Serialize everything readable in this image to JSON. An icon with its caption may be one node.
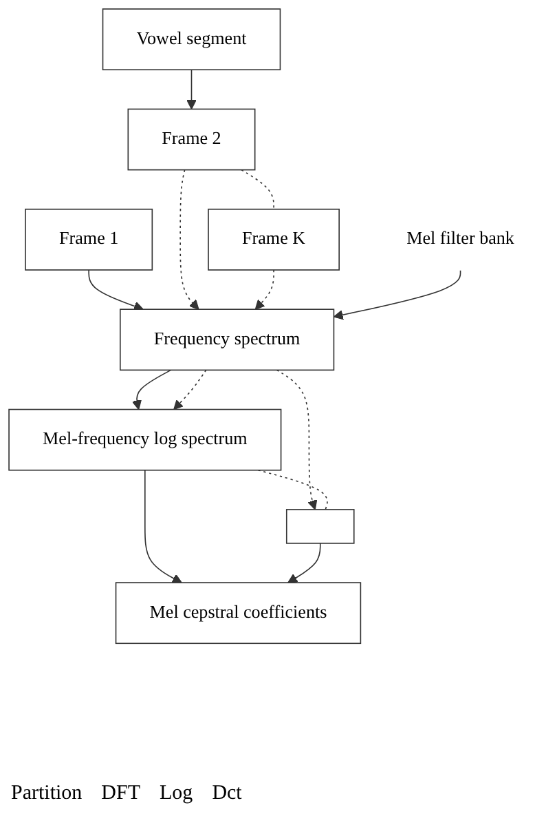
{
  "diagram": {
    "nodes": [
      {
        "text": [
          "Vowel segment"
        ]
      },
      {
        "text": [
          "Frame 1"
        ]
      },
      {
        "text": [
          "Frame 2"
        ]
      },
      {
        "text": [
          "Frame K"
        ]
      },
      {
        "text": [
          "Frequency spectrum"
        ]
      },
      {
        "text": [
          "Mel filter bank"
        ]
      },
      {
        "text": [
          "Mel-frequency log spectrum"
        ]
      },
      {
        "text": [],
        "shape": "box"
      },
      {
        "text": [
          "Mel cepstral coefficients"
        ]
      }
    ],
    "edges": [
      {
        "from": 0,
        "to": 2,
        "arrow": "to"
      },
      {
        "from": 2,
        "to": 3,
        "arrow": "none",
        "style": "dashed"
      },
      {
        "from": 1,
        "to": 4,
        "arrow": "to"
      },
      {
        "from": 2,
        "to": 4,
        "arrow": "to",
        "style": "dashed"
      },
      {
        "from": 3,
        "to": 4,
        "arrow": "to",
        "style": "dashed"
      },
      {
        "from": 5,
        "to": 4,
        "arrow": "to"
      },
      {
        "from": 4,
        "to": 6,
        "arrow": "to"
      },
      {
        "from": 4,
        "to": 6,
        "arrow": "to",
        "style": "dashed"
      },
      {
        "from": 4,
        "to": 7,
        "arrow": "to",
        "style": "dashed"
      },
      {
        "from": 6,
        "to": 7,
        "arrow": "none",
        "style": "dashed"
      },
      {
        "from": 6,
        "to": 8,
        "arrow": "to"
      },
      {
        "from": 7,
        "to": 8,
        "arrow": "to"
      }
    ],
    "labels": [
      "Partition",
      "DFT",
      "Log",
      "Dct"
    ]
  }
}
